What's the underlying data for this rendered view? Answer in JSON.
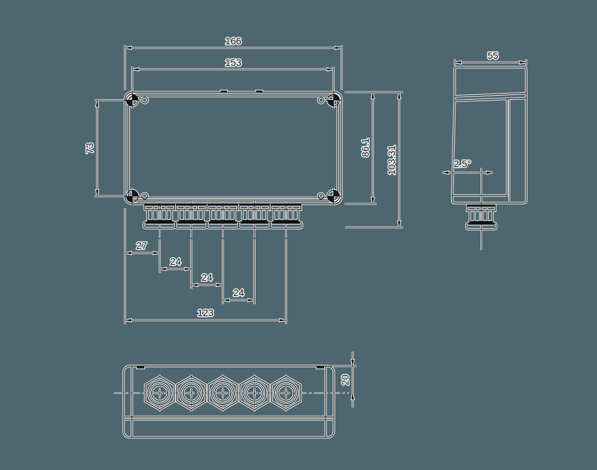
{
  "colors": {
    "background": "#4d6670",
    "ink": "#161616",
    "halo": "#f2f4f3"
  },
  "front_view": {
    "dim_overall_width": "166",
    "dim_screw_spacing_h": "153",
    "dim_screw_spacing_v": "73",
    "dim_body_height": "86.1",
    "dim_total_height": "103.31",
    "dim_first_gland_offset": "27",
    "dim_gland_pitch_1": "24",
    "dim_gland_pitch_2": "24",
    "dim_gland_pitch_3": "24",
    "dim_gland_span": "123"
  },
  "side_view": {
    "dim_depth": "55",
    "dim_draft_angle": "2.5°"
  },
  "bottom_view": {
    "dim_gland_axis_offset": "20"
  }
}
